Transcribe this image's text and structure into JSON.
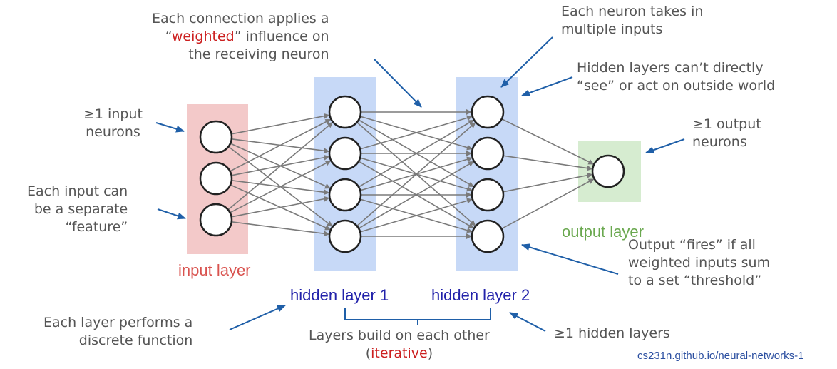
{
  "layers": [
    {
      "key": "input",
      "label": "input layer",
      "neurons": 3,
      "color": "#f3c9c9",
      "label_color": "#d9534f"
    },
    {
      "key": "hidden1",
      "label": "hidden layer 1",
      "neurons": 4,
      "color": "#c7d9f7",
      "label_color": "#2222aa"
    },
    {
      "key": "hidden2",
      "label": "hidden layer 2",
      "neurons": 4,
      "color": "#c7d9f7",
      "label_color": "#2222aa"
    },
    {
      "key": "output",
      "label": "output layer",
      "neurons": 1,
      "color": "#d6ecd0",
      "label_color": "#6aa84f"
    }
  ],
  "annotations": {
    "connection": {
      "line1": "Each connection applies a",
      "pre": "“",
      "highlight": "weighted",
      "post": "” influence on",
      "line3": "the receiving neuron"
    },
    "neuron_inputs": {
      "line1": "Each neuron takes in",
      "line2": "multiple inputs"
    },
    "hidden_see": {
      "line1": "Hidden layers can’t directly",
      "line2": "“see” or act on outside world"
    },
    "input_neurons": {
      "line1": "≥1 input",
      "line2": "neurons"
    },
    "output_neurons": {
      "line1": "≥1 output",
      "line2": "neurons"
    },
    "feature": {
      "line1": "Each input can",
      "line2": "be a separate",
      "line3": "“feature”"
    },
    "fires": {
      "line1": "Output “fires” if all",
      "line2": "weighted inputs sum",
      "line3": "to a set “threshold”"
    },
    "layer_function": {
      "line1": "Each layer performs a",
      "line2": "discrete function"
    },
    "build": {
      "line1": "Layers build on each other",
      "pre": "(",
      "highlight": "iterative",
      "post": ")"
    },
    "hidden_count": {
      "line1": "≥1 hidden layers"
    }
  },
  "source_link": "cs231n.github.io/neural-networks-1",
  "colors": {
    "arrow": "#1f5fa8",
    "connection": "#7a7a7a",
    "neuron_stroke": "#222222",
    "brace": "#1f5fa8"
  }
}
